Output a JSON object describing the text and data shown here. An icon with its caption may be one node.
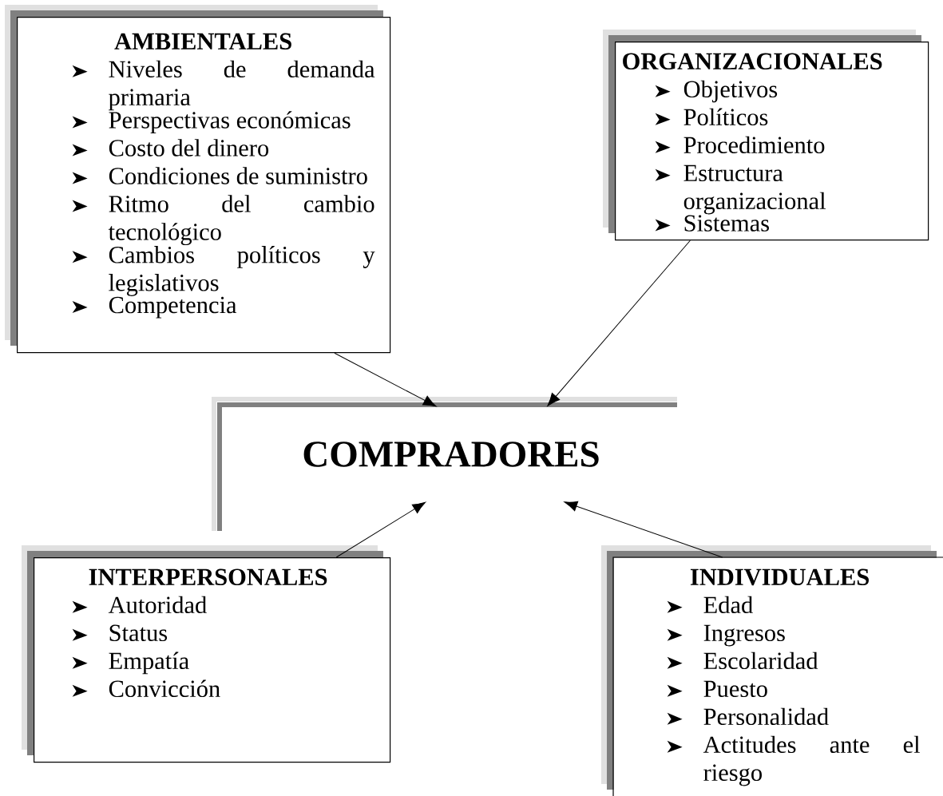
{
  "diagram": {
    "nodes": [
      {
        "text": [
          "AMBIENTALES",
          "Niveles de demanda primaria",
          "Perspectivas económicas",
          "Costo del dinero",
          "Condiciones de suministro",
          "Ritmo del cambio tecnológico",
          "Cambios políticos y legislativos",
          "Competencia"
        ]
      },
      {
        "text": [
          "ORGANIZACIONALES",
          "Objetivos",
          "Políticos",
          "Procedimiento",
          "Estructura organizacional",
          "Sistemas"
        ]
      },
      {
        "text": [
          "COMPRADORES"
        ]
      },
      {
        "text": [
          "INTERPERSONALES",
          "Autoridad",
          "Status",
          "Empatía",
          "Convicción"
        ]
      },
      {
        "text": [
          "INDIVIDUALES",
          "Edad",
          "Ingresos",
          "Escolaridad",
          "Puesto",
          "Personalidad",
          "Actitudes ante el riesgo"
        ]
      }
    ],
    "edges": [
      {
        "from": 0,
        "to": 2,
        "arrow": "to"
      },
      {
        "from": 1,
        "to": 2,
        "arrow": "to"
      },
      {
        "from": 3,
        "to": 2,
        "arrow": "to"
      },
      {
        "from": 4,
        "to": 2,
        "arrow": "to"
      }
    ]
  }
}
